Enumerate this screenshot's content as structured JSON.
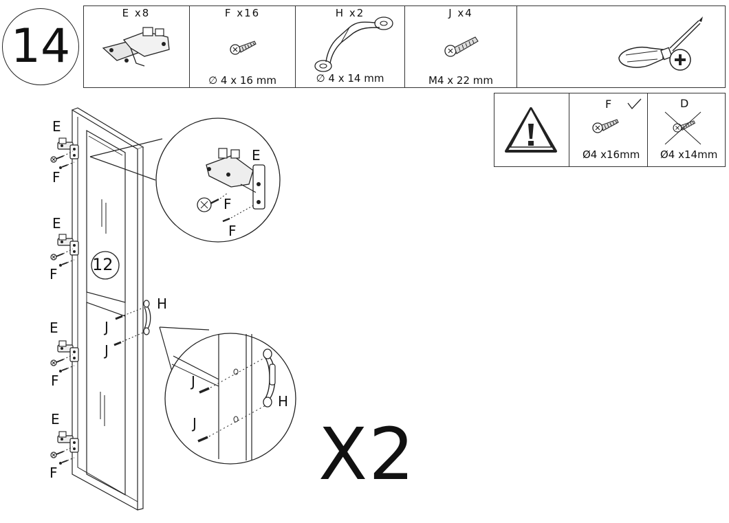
{
  "step": {
    "number": "14"
  },
  "parts": [
    {
      "id": "E",
      "header": "E x8",
      "size": ""
    },
    {
      "id": "F",
      "header": "F x16",
      "size": "∅ 4 x 16 mm"
    },
    {
      "id": "H",
      "header": "H x2",
      "size": "∅ 4 x 14 mm"
    },
    {
      "id": "J",
      "header": "J x4",
      "size": "M4 x 22 mm"
    }
  ],
  "warning": {
    "correct": {
      "letter": "F",
      "size": "Ø4 x16mm"
    },
    "wrong": {
      "letter": "D",
      "size": "Ø4 x14mm"
    }
  },
  "labels": {
    "hinge": "E",
    "screw": "F",
    "handle": "H",
    "bolt": "J",
    "door_part": "12"
  },
  "quantity": "X2"
}
